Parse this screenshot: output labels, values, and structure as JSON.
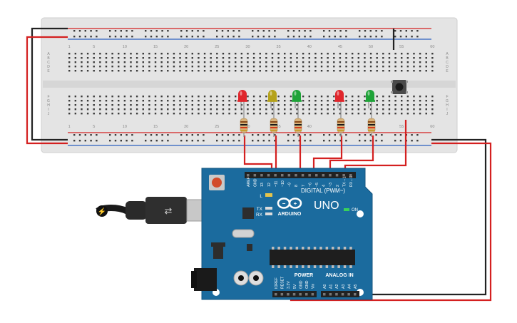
{
  "breadboard": {
    "column_numbers": [
      "1",
      "5",
      "10",
      "15",
      "20",
      "25",
      "30",
      "35",
      "40",
      "45",
      "50",
      "55",
      "60"
    ],
    "row_letters_top": [
      "A",
      "B",
      "C",
      "D",
      "E"
    ],
    "row_letters_bottom": [
      "F",
      "G",
      "H",
      "I",
      "J"
    ]
  },
  "leds": [
    {
      "name": "red-led-1",
      "color": "#e0262c"
    },
    {
      "name": "yellow-led",
      "color": "#b5a21a"
    },
    {
      "name": "green-led-1",
      "color": "#1fa338"
    },
    {
      "name": "red-led-2",
      "color": "#e0262c"
    },
    {
      "name": "green-led-2",
      "color": "#1fa338"
    }
  ],
  "pushbutton": {
    "icon": "pushbutton-icon"
  },
  "arduino": {
    "model": "UNO",
    "brand": "ARDUINO",
    "digital_label": "DIGITAL (PWM~)",
    "power_label": "POWER",
    "analog_label": "ANALOG IN",
    "on_label": "ON",
    "l_label": "L",
    "tx_label": "TX",
    "rx_label": "RX",
    "digital_pins": [
      "AREF",
      "GND",
      "13",
      "12",
      "~11",
      "~10",
      "~9",
      "8",
      "7",
      "~6",
      "~5",
      "4",
      "~3",
      "2",
      "TX→1",
      "RX←0"
    ],
    "power_pins": [
      "IOREF",
      "RESET",
      "3.3V",
      "5V",
      "GND",
      "GND",
      "Vin"
    ],
    "analog_pins": [
      "A0",
      "A1",
      "A2",
      "A3",
      "A4",
      "A5"
    ]
  },
  "colors": {
    "board_blue": "#1b6b9e",
    "wire_red": "#d42020",
    "wire_black": "#222222",
    "breadboard": "#e4e4e4"
  }
}
